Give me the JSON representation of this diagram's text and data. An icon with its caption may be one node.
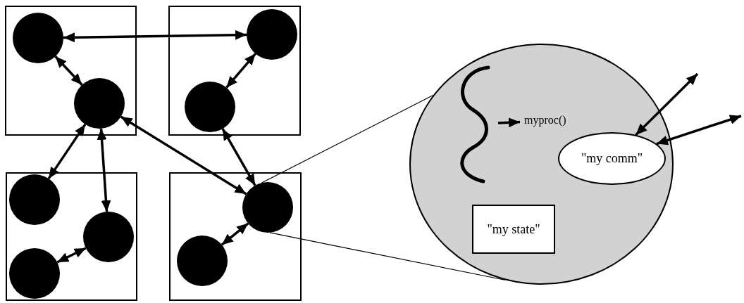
{
  "diagram": {
    "nodes": [
      {
        "text": [],
        "shape": "box"
      },
      {
        "text": [],
        "shape": "circle",
        "in": 0
      },
      {
        "text": [],
        "shape": "circle",
        "in": 0
      },
      {
        "text": [],
        "shape": "box"
      },
      {
        "text": [],
        "shape": "circle",
        "in": 3
      },
      {
        "text": [],
        "shape": "circle",
        "in": 3
      },
      {
        "text": [],
        "shape": "box"
      },
      {
        "text": [],
        "shape": "circle",
        "in": 6
      },
      {
        "text": [],
        "shape": "circle",
        "in": 6
      },
      {
        "text": [],
        "shape": "circle",
        "in": 6
      },
      {
        "text": [],
        "shape": "box"
      },
      {
        "text": [],
        "shape": "circle",
        "in": 10
      },
      {
        "text": [],
        "shape": "circle",
        "in": 10
      },
      {
        "text": [],
        "shape": "circle"
      },
      {
        "text": [],
        "shape": "picture",
        "in": 13
      },
      {
        "text": [
          "myproc()"
        ],
        "in": 13
      },
      {
        "text": [
          "\"my comm\""
        ],
        "in": 13
      },
      {
        "text": [
          "\"my state\""
        ],
        "in": 13
      }
    ],
    "edges": [
      {
        "from": 1,
        "to": 4,
        "arrow": "both"
      },
      {
        "from": 1,
        "to": 2,
        "arrow": "both"
      },
      {
        "from": 4,
        "to": 5,
        "arrow": "both"
      },
      {
        "from": 2,
        "to": 7,
        "arrow": "both"
      },
      {
        "from": 2,
        "to": 8,
        "arrow": "both"
      },
      {
        "from": 2,
        "to": 11,
        "arrow": "both"
      },
      {
        "from": 5,
        "to": 11,
        "arrow": "both"
      },
      {
        "from": 9,
        "to": 8,
        "arrow": "both"
      },
      {
        "from": 11,
        "to": 12,
        "arrow": "both"
      },
      {
        "from": 11,
        "to": 13,
        "arrow": "none"
      },
      {
        "from": 11,
        "to": 13,
        "arrow": "none"
      },
      {
        "from": 14,
        "to": 15,
        "arrow": "to"
      },
      {
        "from": 16,
        "to": null,
        "arrow": "both"
      },
      {
        "from": 16,
        "to": null,
        "arrow": "both"
      }
    ]
  }
}
